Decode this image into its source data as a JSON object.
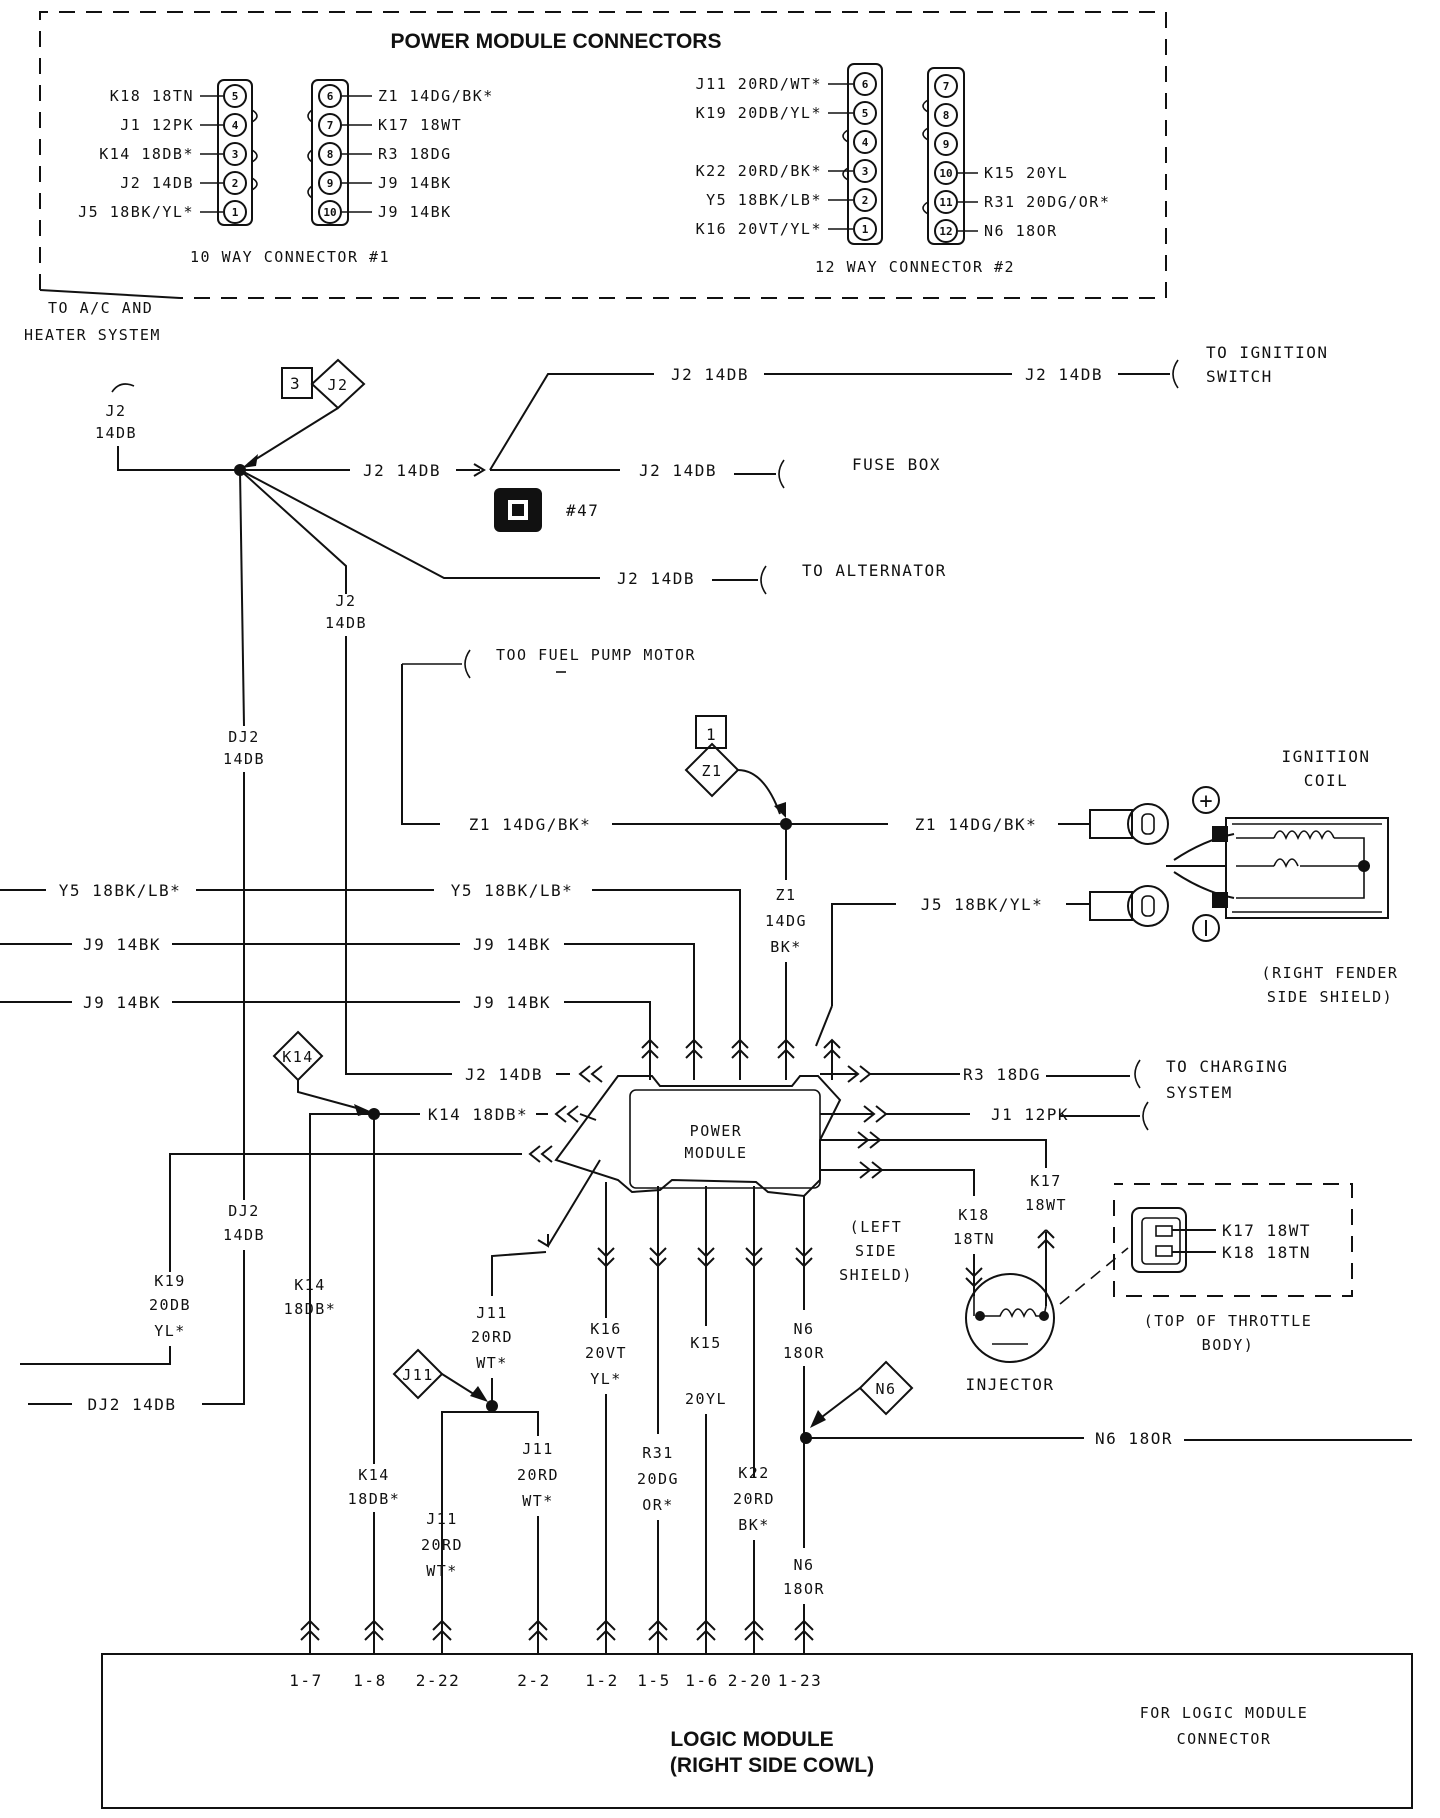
{
  "connectors_box": {
    "title": "POWER MODULE CONNECTORS",
    "c1_caption": "10 WAY CONNECTOR #1",
    "c2_caption": "12 WAY CONNECTOR #2",
    "c1_left": [
      {
        "pin": "5",
        "wire": "K18 18TN"
      },
      {
        "pin": "4",
        "wire": "J1 12PK"
      },
      {
        "pin": "3",
        "wire": "K14 18DB*"
      },
      {
        "pin": "2",
        "wire": "J2 14DB"
      },
      {
        "pin": "1",
        "wire": "J5 18BK/YL*"
      }
    ],
    "c1_right": [
      {
        "pin": "6",
        "wire": "Z1 14DG/BK*"
      },
      {
        "pin": "7",
        "wire": "K17 18WT"
      },
      {
        "pin": "8",
        "wire": "R3 18DG"
      },
      {
        "pin": "9",
        "wire": "J9 14BK"
      },
      {
        "pin": "10",
        "wire": "J9 14BK"
      }
    ],
    "c2_left": [
      {
        "pin": "6",
        "wire": "J11 20RD/WT*"
      },
      {
        "pin": "5",
        "wire": "K19 20DB/YL*"
      },
      {
        "pin": "4",
        "wire": ""
      },
      {
        "pin": "3",
        "wire": "K22 20RD/BK*"
      },
      {
        "pin": "2",
        "wire": "Y5 18BK/LB*"
      },
      {
        "pin": "1",
        "wire": "K16 20VT/YL*"
      }
    ],
    "c2_right": [
      {
        "pin": "7",
        "wire": ""
      },
      {
        "pin": "8",
        "wire": ""
      },
      {
        "pin": "9",
        "wire": ""
      },
      {
        "pin": "10",
        "wire": "K15 20YL"
      },
      {
        "pin": "11",
        "wire": "R31 20DG/OR*"
      },
      {
        "pin": "12",
        "wire": "N6 18OR"
      }
    ]
  },
  "labels": {
    "ac_heater": [
      "TO A/C AND",
      "HEATER SYSTEM"
    ],
    "ign_switch": [
      "TO IGNITION",
      "SWITCH"
    ],
    "fuse_box": "FUSE BOX",
    "alternator": "TO ALTERNATOR",
    "fuel_pump": "TOO FUEL PUMP MOTOR",
    "ign_coil": [
      "IGNITION",
      "COIL"
    ],
    "fender": [
      "(RIGHT FENDER",
      "SIDE SHIELD)"
    ],
    "charging": [
      "TO CHARGING",
      "SYSTEM"
    ],
    "power_module": [
      "POWER",
      "MODULE"
    ],
    "left_shield": [
      "(LEFT",
      "SIDE",
      "SHIELD)"
    ],
    "throttle": [
      "(TOP OF THROTTLE",
      "BODY)"
    ],
    "injector": "INJECTOR",
    "logic_module": [
      "LOGIC MODULE",
      "(RIGHT SIDE COWL)"
    ],
    "logic_conn": [
      "FOR LOGIC MODULE",
      "CONNECTOR"
    ],
    "ref47": "#47",
    "plus": "+",
    "minus": "−"
  },
  "tags": {
    "j2_top_num": "3",
    "j2_top": "J2",
    "z1_num": "1",
    "z1": "Z1",
    "k14": "K14",
    "j11": "J11",
    "n6": "N6"
  },
  "wires": {
    "j2_left": [
      "J2",
      "14DB"
    ],
    "j2_a": "J2 14DB",
    "j2_b": "J2 14DB",
    "j2_c": "J2 14DB",
    "j2_d": "J2 14DB",
    "j2_e": "J2 14DB",
    "j2_f": "J2 14DB",
    "j2_vert": [
      "J2",
      "14DB"
    ],
    "dj2_a": [
      "DJ2",
      "14DB"
    ],
    "dj2_b": [
      "DJ2",
      "14DB"
    ],
    "dj2_bottom": "DJ2 14DB",
    "z1_left": "Z1 14DG/BK*",
    "z1_right": "Z1 14DG/BK*",
    "z1_vert": [
      "Z1",
      "14DG",
      "BK*"
    ],
    "y5_left": "Y5 18BK/LB*",
    "y5_mid": "Y5 18BK/LB*",
    "j9_left1": "J9 14BK",
    "j9_mid1": "J9 14BK",
    "j9_left2": "J9 14BK",
    "j9_mid2": "J9 14BK",
    "j5": "J5 18BK/YL*",
    "r3": "R3 18DG",
    "j1": "J1 12PK",
    "k14_h": "K14 18DB*",
    "k14_v1": [
      "K14",
      "18DB*"
    ],
    "k14_v2": [
      "K14",
      "18DB*"
    ],
    "k19": [
      "K19",
      "20DB",
      "YL*"
    ],
    "k18_v": [
      "K18",
      "18TN"
    ],
    "k17_v": [
      "K17",
      "18WT"
    ],
    "k17_conn": "K17 18WT",
    "k18_conn": "K18 18TN",
    "j11_a": [
      "J11",
      "20RD",
      "WT*"
    ],
    "j11_b": [
      "J11",
      "20RD",
      "WT*"
    ],
    "j11_c": [
      "J11",
      "20RD",
      "WT*"
    ],
    "k16": [
      "K16",
      "20VT",
      "YL*"
    ],
    "k15": [
      "K15",
      "20YL"
    ],
    "r31": [
      "R31",
      "20DG",
      "OR*"
    ],
    "k22": [
      "K22",
      "20RD",
      "BK*"
    ],
    "n6_a": [
      "N6",
      "18OR"
    ],
    "n6_b": [
      "N6",
      "18OR"
    ],
    "n6_h": "N6 18OR"
  },
  "logic_pins": [
    "1-7",
    "1-8",
    "2-22",
    "2-2",
    "1-2",
    "1-5",
    "1-6",
    "2-20",
    "1-23"
  ]
}
